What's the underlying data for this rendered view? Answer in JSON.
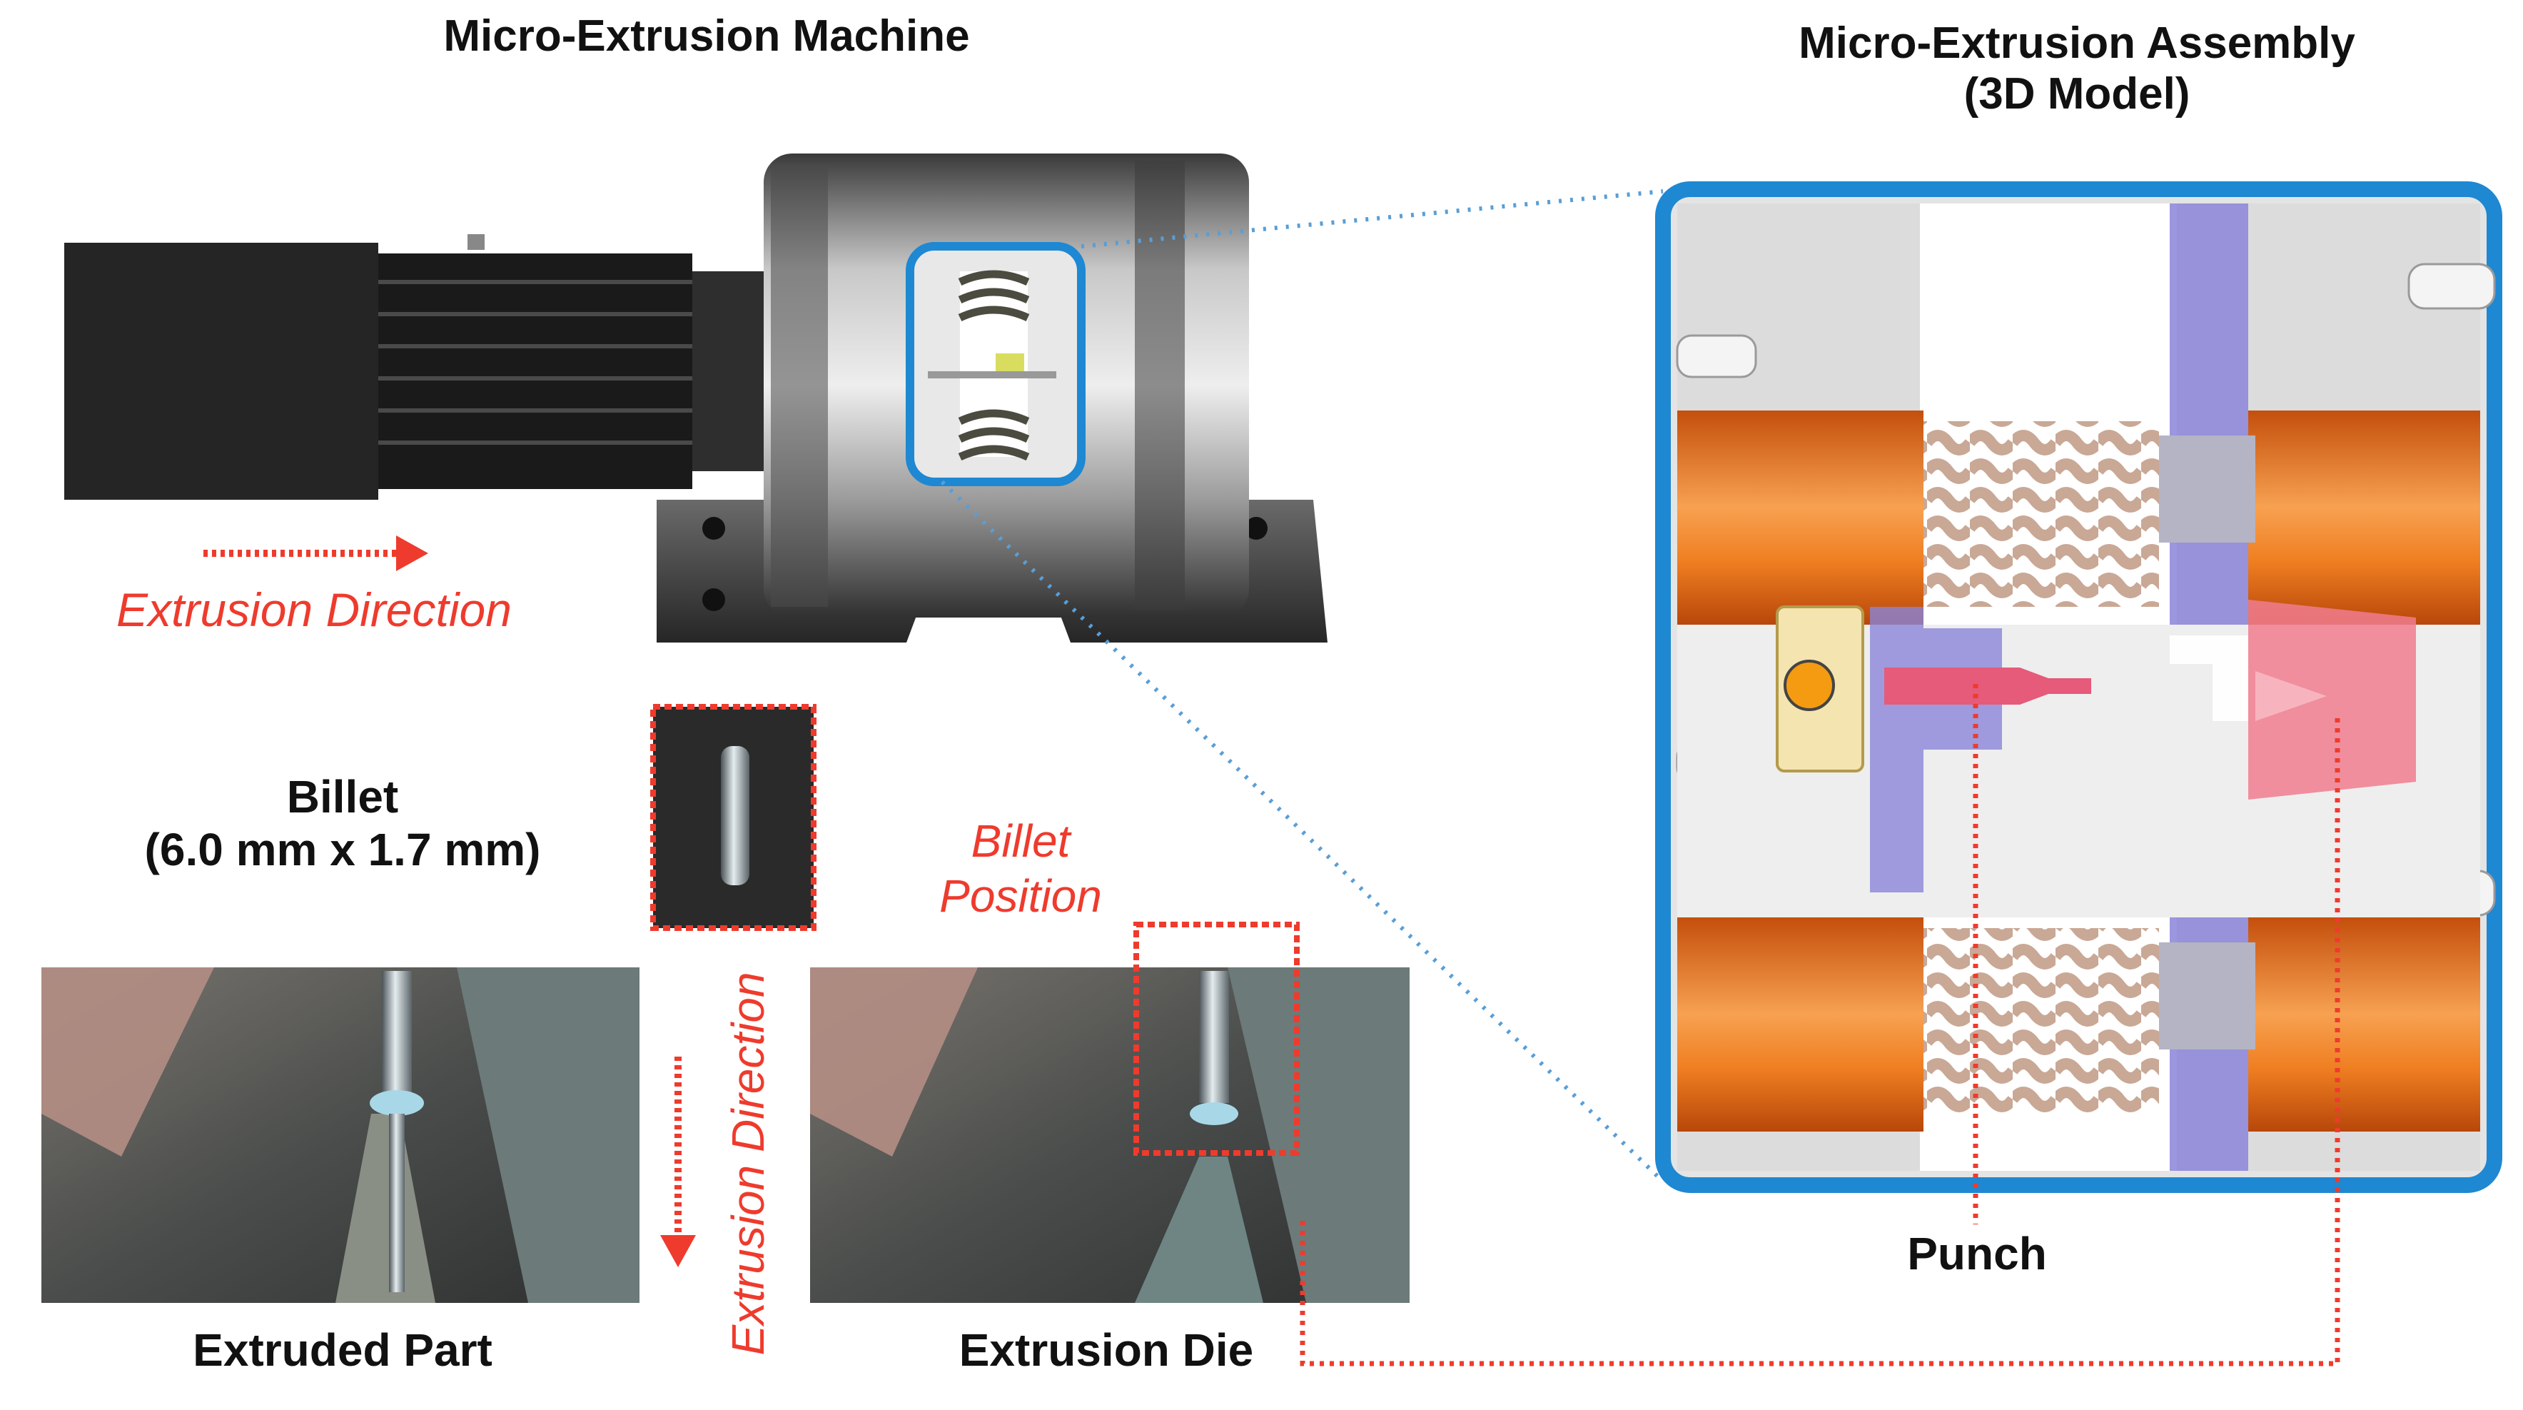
{
  "titles": {
    "machine": "Micro-Extrusion Machine",
    "assembly_line1": "Micro-Extrusion Assembly",
    "assembly_line2": "(3D Model)"
  },
  "labels": {
    "extrusion_direction_horizontal": "Extrusion Direction",
    "extrusion_direction_vertical": "Extrusion Direction",
    "billet": "Billet",
    "billet_size": "(6.0 mm x 1.7 mm)",
    "billet_position_line1": "Billet",
    "billet_position_line2": "Position",
    "extruded_part": "Extruded Part",
    "extrusion_die": "Extrusion Die",
    "punch": "Punch"
  },
  "colors": {
    "accent_red": "#ee3b2d",
    "frame_blue": "#1e88d2",
    "copper_orange": "#ee7a1e",
    "plate_purple": "#8a84d8",
    "spring_tan": "#d9c2b5"
  }
}
